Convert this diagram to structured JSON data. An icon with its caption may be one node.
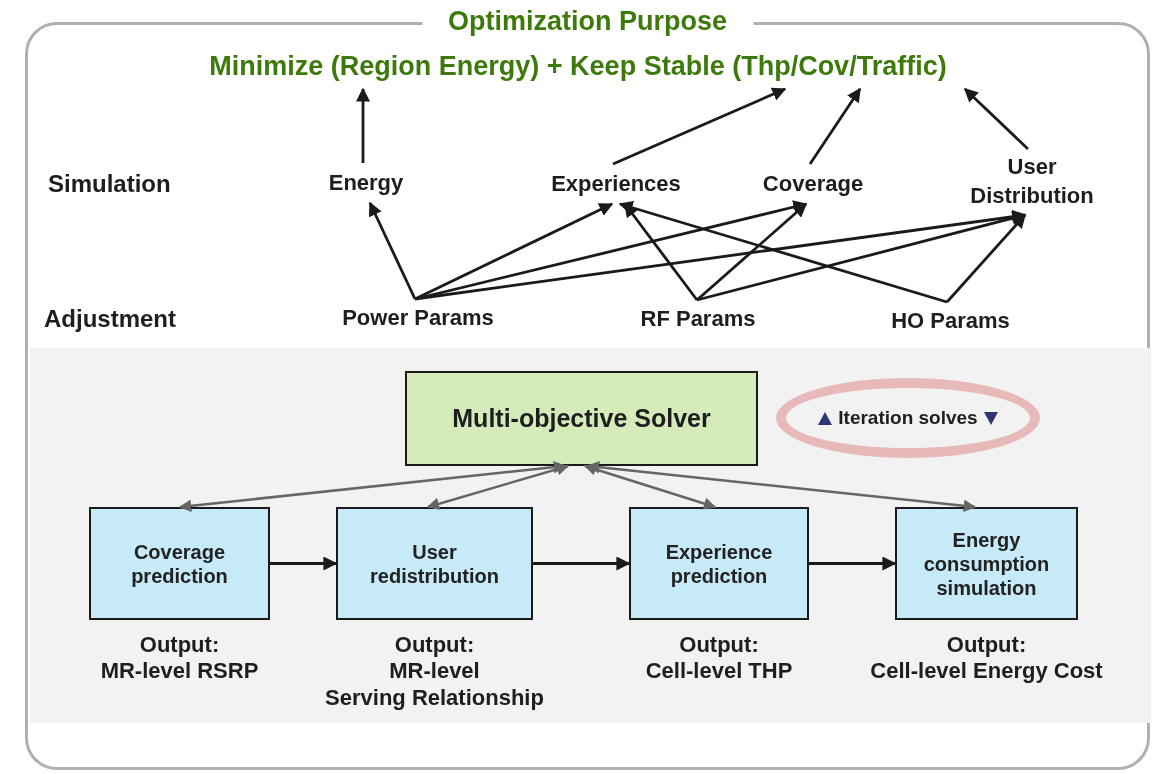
{
  "diagram": {
    "nodes": [
      {
        "text": [
          "Optimization Purpose"
        ]
      },
      {
        "text": [
          "Minimize (Region Energy) + Keep Stable (Thp/Cov/Traffic)"
        ],
        "in": 0
      },
      {
        "text": [
          "Energy"
        ],
        "in": 0
      },
      {
        "text": [
          "Experiences"
        ],
        "in": 0
      },
      {
        "text": [
          "Coverage"
        ],
        "in": 0
      },
      {
        "text": [
          "User Distribution"
        ],
        "in": 0
      },
      {
        "text": [
          "Power Params"
        ],
        "in": 0
      },
      {
        "text": [
          "RF Params"
        ],
        "in": 0
      },
      {
        "text": [
          "HO Params"
        ],
        "in": 0
      },
      {
        "text": [],
        "shape": "box",
        "in": 0
      },
      {
        "text": [
          "Multi-objective Solver"
        ],
        "in": 9
      },
      {
        "text": [
          "Iteration solves"
        ],
        "in": 9
      },
      {
        "text": [
          "Coverage prediction"
        ],
        "in": 9,
        "beside": [
          "Output:",
          "MR-level RSRP"
        ]
      },
      {
        "text": [
          "User redistribution"
        ],
        "in": 9,
        "beside": [
          "Output:",
          "MR-level",
          "Serving Relationship"
        ]
      },
      {
        "text": [
          "Experience prediction"
        ],
        "in": 9,
        "beside": [
          "Output:",
          "Cell-level THP"
        ]
      },
      {
        "text": [
          "Energy consumption simulation"
        ],
        "in": 9,
        "beside": [
          "Output:",
          "Cell-level Energy Cost"
        ]
      }
    ],
    "edges": [
      {
        "from": 2,
        "to": 1,
        "arrow": "to"
      },
      {
        "from": 3,
        "to": 1,
        "arrow": "to"
      },
      {
        "from": 4,
        "to": 1,
        "arrow": "to"
      },
      {
        "from": 5,
        "to": 1,
        "arrow": "to"
      },
      {
        "from": 6,
        "to": 2,
        "arrow": "to"
      },
      {
        "from": 6,
        "to": 3,
        "arrow": "to"
      },
      {
        "from": 6,
        "to": 4,
        "arrow": "to"
      },
      {
        "from": 6,
        "to": 5,
        "arrow": "to"
      },
      {
        "from": 7,
        "to": 3,
        "arrow": "to"
      },
      {
        "from": 7,
        "to": 4,
        "arrow": "to"
      },
      {
        "from": 7,
        "to": 5,
        "arrow": "to"
      },
      {
        "from": 8,
        "to": 3,
        "arrow": "to"
      },
      {
        "from": 8,
        "to": 5,
        "arrow": "to"
      },
      {
        "from": 10,
        "to": 12,
        "arrow": "both",
        "color": "#666666"
      },
      {
        "from": 10,
        "to": 13,
        "arrow": "both",
        "color": "#666666"
      },
      {
        "from": 10,
        "to": 14,
        "arrow": "both",
        "color": "#666666"
      },
      {
        "from": 10,
        "to": 15,
        "arrow": "both",
        "color": "#666666"
      },
      {
        "from": 12,
        "to": 13,
        "arrow": "to"
      },
      {
        "from": 13,
        "to": 14,
        "arrow": "to"
      },
      {
        "from": 14,
        "to": 15,
        "arrow": "to"
      }
    ],
    "labels": [
      "Simulation",
      "Adjustment"
    ]
  }
}
